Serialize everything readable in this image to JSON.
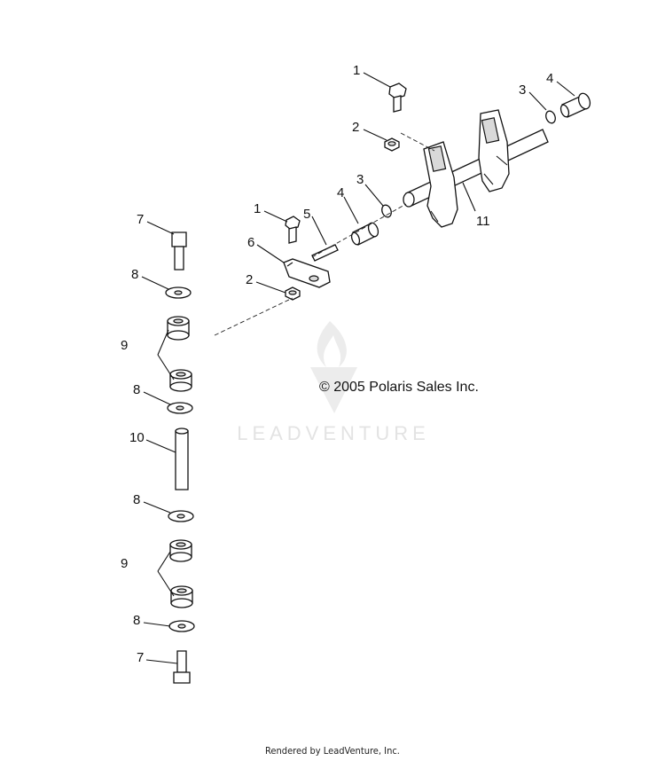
{
  "copyright": "© 2005 Polaris Sales Inc.",
  "watermark": "LEADVENTURE",
  "footer": "Rendered by LeadVenture, Inc.",
  "callouts": {
    "c1_top": "1",
    "c4_top": "4",
    "c3_top": "3",
    "c2_top": "2",
    "c3_mid": "3",
    "c4_mid": "4",
    "c11": "11",
    "c1_mid": "1",
    "c5": "5",
    "c6": "6",
    "c2_mid": "2",
    "c7_top": "7",
    "c8_a": "8",
    "c9_top": "9",
    "c8_b": "8",
    "c10": "10",
    "c8_c": "8",
    "c9_bottom": "9",
    "c8_d": "8",
    "c7_bottom": "7"
  },
  "colors": {
    "line": "#111111",
    "watermark": "#e3e3e3"
  }
}
